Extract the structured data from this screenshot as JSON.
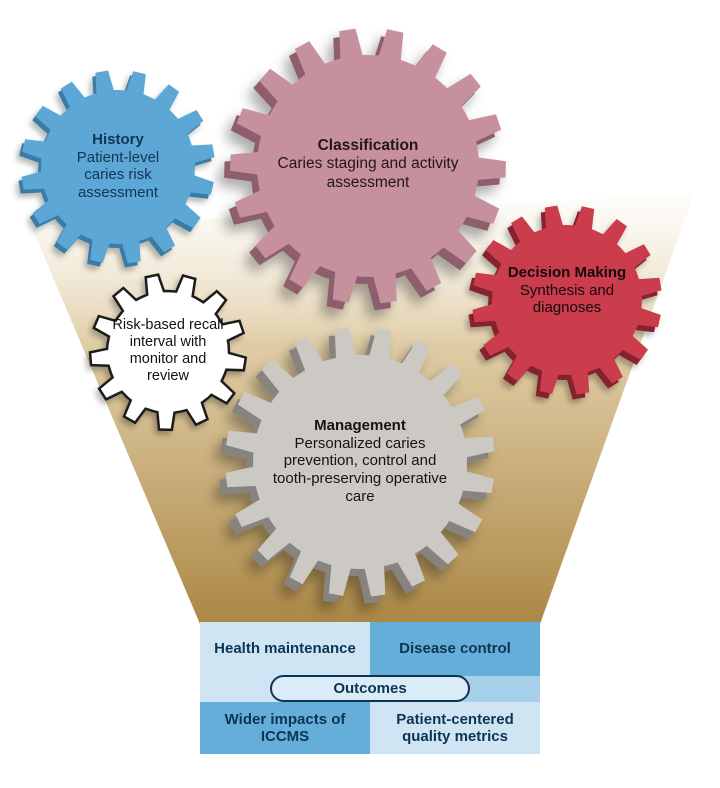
{
  "diagram": {
    "gears": {
      "history": {
        "title": "History",
        "body": "Patient-level caries risk assessment",
        "color": "#5da7d6",
        "depth_color": "#3a7ba6",
        "text_color": "#0f3652"
      },
      "classification": {
        "title": "Classification",
        "body": "Caries staging and activity assessment",
        "color": "#c7909d",
        "depth_color": "#8d5f6d",
        "text_color": "#221718"
      },
      "decision": {
        "title": "Decision Making",
        "body": "Synthesis and diagnoses",
        "color": "#cb3c4d",
        "depth_color": "#85202d",
        "text_color": "#140b0c"
      },
      "recall": {
        "title": "",
        "body": "Risk-based recall interval with monitor and review",
        "color": "#ffffff",
        "depth_color": "#1c1c1c",
        "text_color": "#121212"
      },
      "management": {
        "title": "Management",
        "body": "Personalized caries prevention, control and tooth-preserving operative care",
        "color": "#ccc8c3",
        "depth_color": "#878480",
        "text_color": "#16140f"
      }
    },
    "funnel": {
      "top_color": "#f4ecd9",
      "mid_color": "#dcc79c",
      "bottom_color": "#ab8744"
    },
    "table": {
      "text_color": "#0e3454",
      "cells": [
        {
          "label": "Health maintenance",
          "bg": "#cfe5f4"
        },
        {
          "label": "Disease control",
          "bg": "#64aed9"
        },
        {
          "label": "Wider impacts of ICCMS",
          "bg": "#64aed9"
        },
        {
          "label": "Patient-centered quality metrics",
          "bg": "#cfe5f4"
        }
      ],
      "strip_left_bg": "#cfe5f4",
      "strip_right_bg": "#a6cfe9",
      "outcomes_label": "Outcomes",
      "outcomes_bg": "#d9ecf8"
    }
  }
}
